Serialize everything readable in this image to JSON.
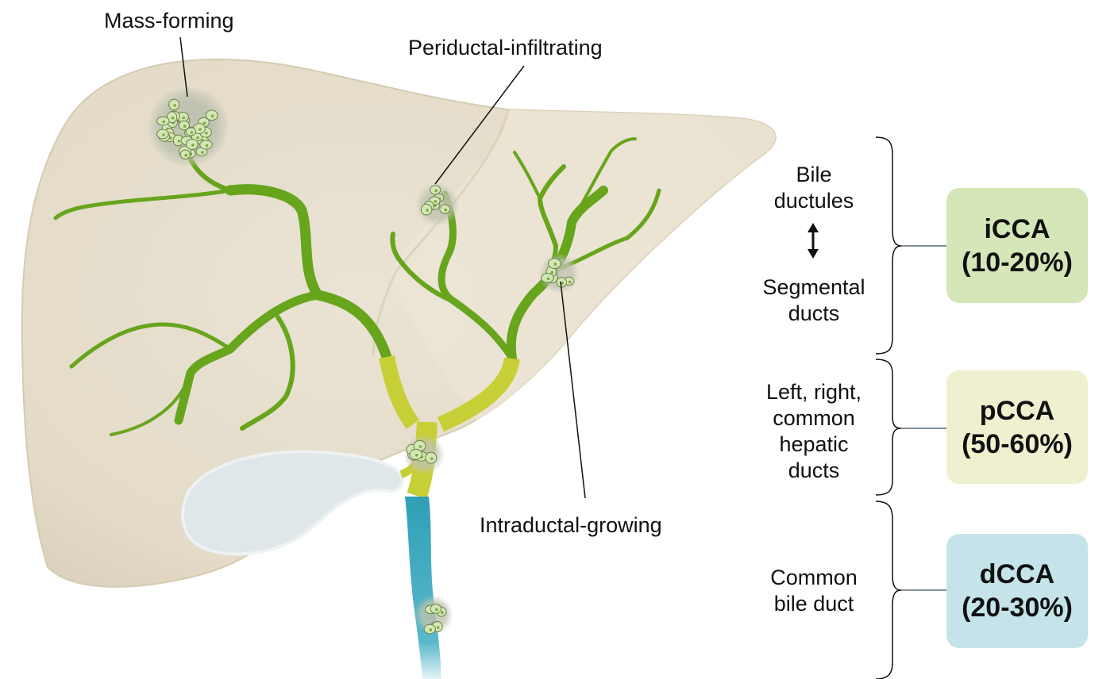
{
  "annotations": {
    "mass_forming": "Mass-forming",
    "periductal": "Periductal-infiltrating",
    "intraductal": "Intraductal-growing"
  },
  "levels": [
    {
      "lines": [
        "Bile",
        "ductules"
      ],
      "lines2": [
        "Segmental",
        "ducts"
      ],
      "arrow": "double-arrow-vertical"
    },
    {
      "lines": [
        "Left, right,",
        "common",
        "hepatic",
        "ducts"
      ]
    },
    {
      "lines": [
        "Common",
        "bile duct"
      ]
    }
  ],
  "categories": [
    {
      "name": "iCCA",
      "pct": "(10-20%)",
      "color": "#d5e6b8"
    },
    {
      "name": "pCCA",
      "pct": "(50-60%)",
      "color": "#eff0cf"
    },
    {
      "name": "dCCA",
      "pct": "(20-30%)",
      "color": "#c4e4ea"
    }
  ],
  "colors": {
    "liver": "#e6ddcb",
    "liver_lobe": "#ede6d8",
    "intrahepatic_duct": "#66a51c",
    "perihilar_duct": "#c7cf37",
    "distal_duct": "#2f9fb6",
    "gallbladder": "#dfe7ea",
    "tumor_cell": "#d3e7b5"
  }
}
